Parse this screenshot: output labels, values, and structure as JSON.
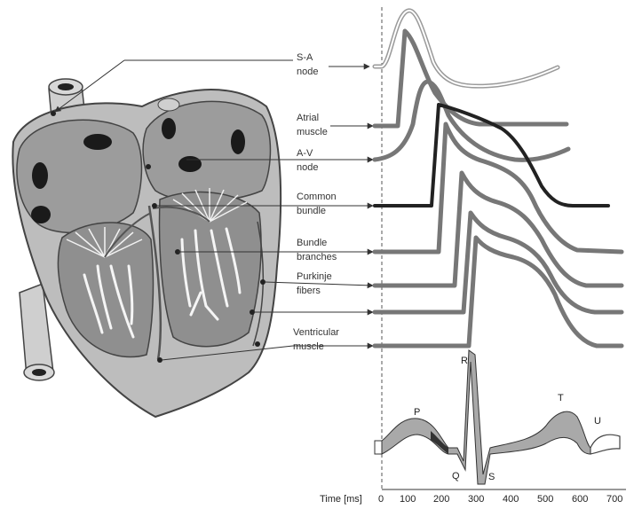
{
  "labels": {
    "sa_1": "S-A",
    "sa_2": "node",
    "atrial_1": "Atrial",
    "atrial_2": "muscle",
    "av_1": "A-V",
    "av_2": "node",
    "common_1": "Common",
    "common_2": "bundle",
    "bundle_1": "Bundle",
    "bundle_2": "branches",
    "purkinje_1": "Purkinje",
    "purkinje_2": "fibers",
    "ventricular_1": "Ventricular",
    "ventricular_2": "muscle"
  },
  "ecg": {
    "waves": [
      "P",
      "Q",
      "R",
      "S",
      "T",
      "U"
    ]
  },
  "axis": {
    "label": "Time [ms]",
    "ticks": [
      "0",
      "100",
      "200",
      "300",
      "400",
      "500",
      "600",
      "700"
    ]
  },
  "colors": {
    "heart_fill": "#b9b9b9",
    "heart_dark": "#4a4a4a",
    "trace_grey": "#8a8a8a",
    "trace_dark": "#222222",
    "ecg_fill": "#a9a9a9"
  }
}
